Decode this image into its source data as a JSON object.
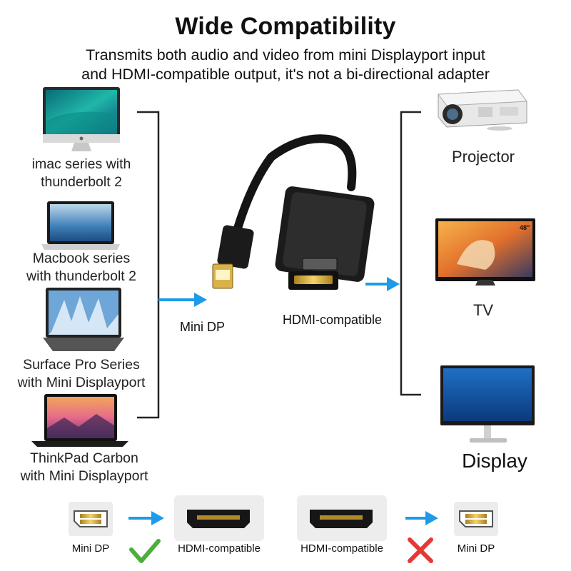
{
  "header": {
    "title": "Wide Compatibility",
    "subtitle_line1": "Transmits both audio and video from mini Displayport input",
    "subtitle_line2": "and HDMI-compatible output, it's not a bi-directional adapter"
  },
  "inputs": [
    {
      "line1": "imac series with",
      "line2": "thunderbolt 2"
    },
    {
      "line1": "Macbook series",
      "line2": "with thunderbolt 2"
    },
    {
      "line1": "Surface Pro Series",
      "line2": "with Mini Displayport"
    },
    {
      "line1": "ThinkPad Carbon",
      "line2": "with Mini Displayport"
    }
  ],
  "adapter": {
    "input_label": "Mini DP",
    "output_label": "HDMI-compatible"
  },
  "outputs": [
    {
      "label": "Projector"
    },
    {
      "label": "TV",
      "tv_size": "48\""
    },
    {
      "label": "Display"
    }
  ],
  "direction": {
    "left_source": "Mini DP",
    "left_target": "HDMI-compatible",
    "right_source": "HDMI-compatible",
    "right_target": "Mini DP"
  },
  "colors": {
    "arrow": "#1e9be8",
    "check": "#4caf3a",
    "cross": "#e53935"
  }
}
